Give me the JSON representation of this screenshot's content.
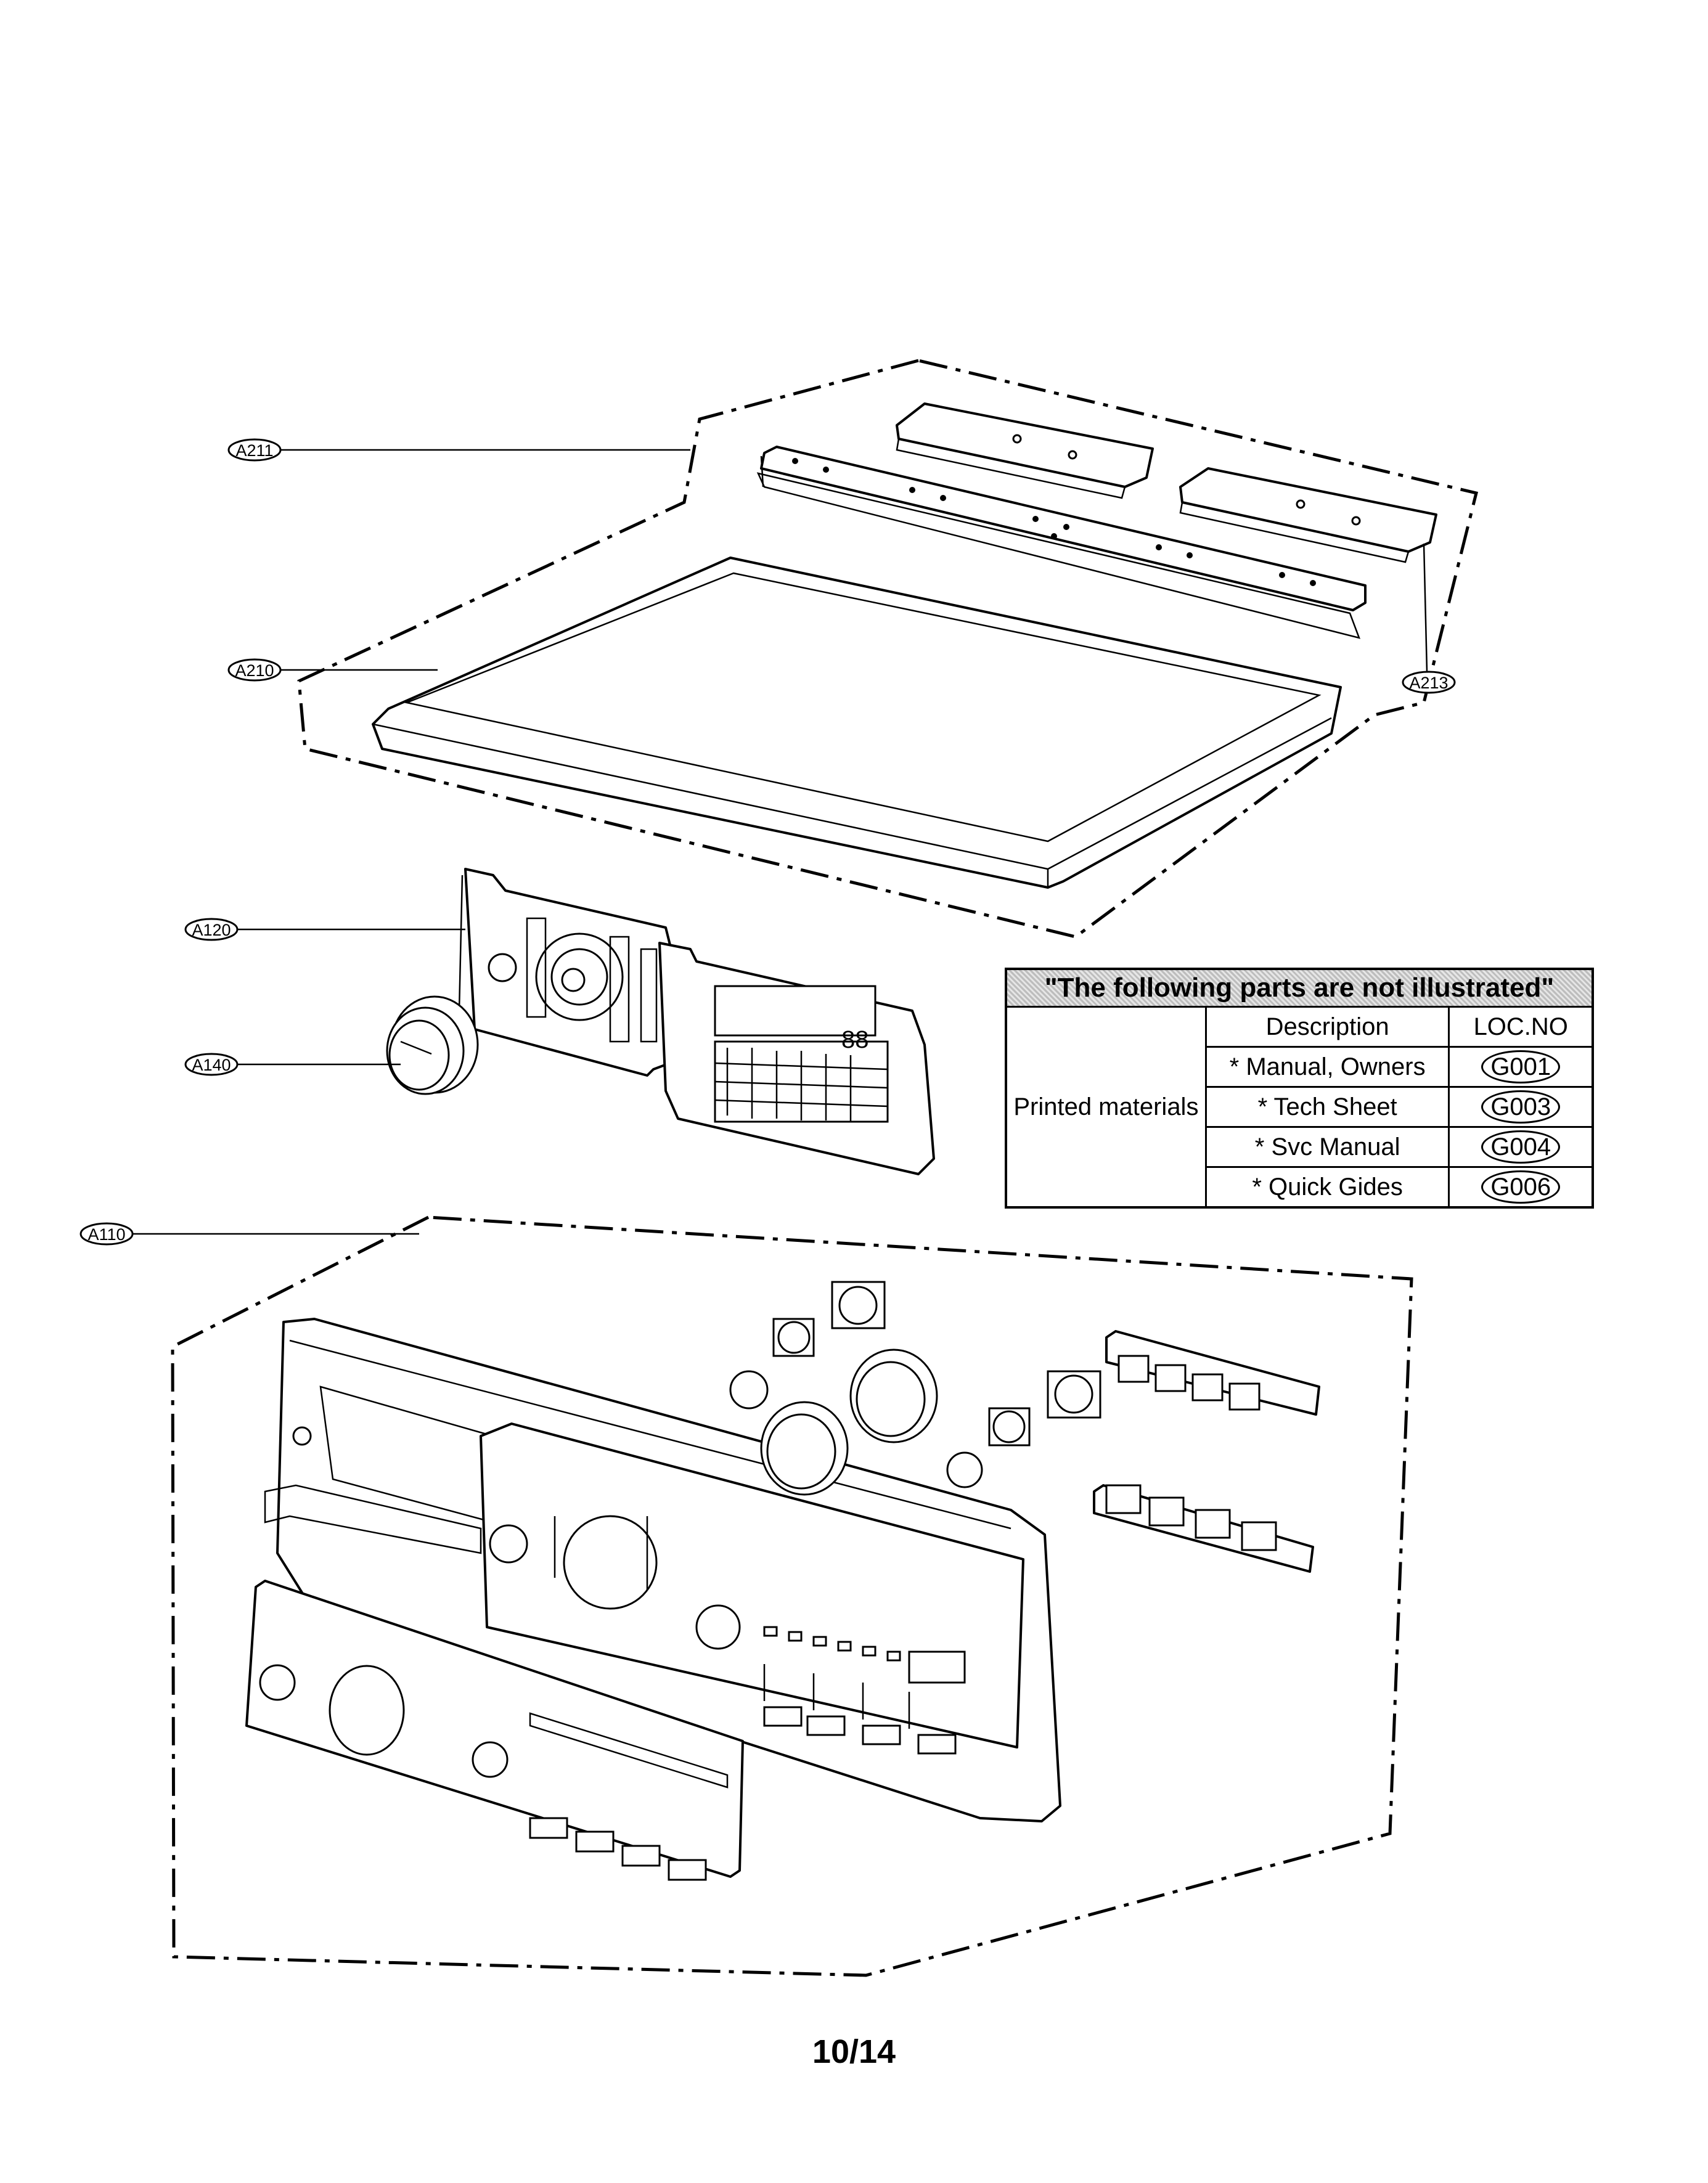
{
  "callouts": {
    "a211": "A211",
    "a210": "A210",
    "a213": "A213",
    "a120": "A120",
    "a140": "A140",
    "a110": "A110"
  },
  "notes_table": {
    "title": "\"The following parts are not illustrated\"",
    "header": {
      "description": "Description",
      "loc_no": "LOC.NO"
    },
    "category": "Printed materials",
    "rows": [
      {
        "description": "* Manual, Owners",
        "loc": "G001"
      },
      {
        "description": "* Tech Sheet",
        "loc": "G003"
      },
      {
        "description": "* Svc Manual",
        "loc": "G004"
      },
      {
        "description": "* Quick Gides",
        "loc": "G006"
      }
    ]
  },
  "page_number": "10/14"
}
